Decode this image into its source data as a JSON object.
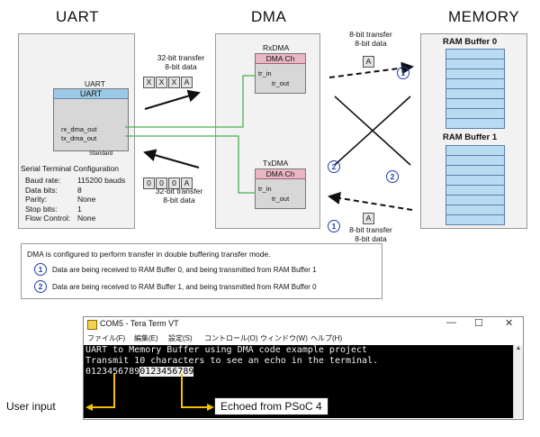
{
  "titles": {
    "uart": "UART",
    "dma": "DMA",
    "memory": "MEMORY"
  },
  "uart_block": {
    "component_label": "UART",
    "title_bar": "UART",
    "ports": [
      "rx_dma_out",
      "tx_dma_out"
    ],
    "footer": "Standard"
  },
  "serial_config": {
    "heading": "Serial Terminal Configuration",
    "rows": [
      {
        "label": "Baud rate:",
        "value": "115200 bauds"
      },
      {
        "label": "Data bits:",
        "value": "8"
      },
      {
        "label": "Parity:",
        "value": "None"
      },
      {
        "label": "Stop bits:",
        "value": "1"
      },
      {
        "label": "Flow Control:",
        "value": "None"
      }
    ]
  },
  "transfer_top": {
    "line1": "32-bit transfer",
    "line2": "8-bit data",
    "cells": [
      "X",
      "X",
      "X",
      "A"
    ]
  },
  "transfer_bottom": {
    "line1": "32-bit transfer",
    "line2": "8-bit data",
    "cells": [
      "0",
      "0",
      "0",
      "A"
    ]
  },
  "rxdma": {
    "label": "RxDMA",
    "title": "DMA Ch",
    "port_in": "tr_in",
    "port_out": "tr_out"
  },
  "txdma": {
    "label": "TxDMA",
    "title": "DMA Ch",
    "port_in": "tr_in",
    "port_out": "tr_out"
  },
  "mem_transfer_top": {
    "line1": "8-bit transfer",
    "line2": "8-bit data",
    "cell": "A"
  },
  "mem_transfer_bottom": {
    "line1": "8-bit transfer",
    "line2": "8-bit data",
    "cell": "A"
  },
  "circle_labels": {
    "one": "1",
    "two": "2"
  },
  "ram": {
    "buffer0": "RAM Buffer 0",
    "buffer1": "RAM Buffer 1"
  },
  "legend": {
    "heading": "DMA is configured to perform transfer in double buffering transfer mode.",
    "item1": "Data are being received to RAM Buffer 0, and being transmitted from RAM Buffer 1",
    "item2": "Data are being received to RAM Buffer 1, and being transmitted from RAM Buffer 0"
  },
  "terminal": {
    "title": "COM5 - Tera Term VT",
    "menu": [
      "ファイル(F)",
      "編集(E)",
      "設定(S)",
      "コントロール(O)",
      "ウィンドウ(W)",
      "ヘルプ(H)"
    ],
    "line1": "UART to Memory Buffer using DMA code example project",
    "line2": "Transmit 10 characters to see an echo in the terminal.",
    "typed": "0123456789",
    "echoed": "0123456789"
  },
  "callouts": {
    "user_input": "User input",
    "echoed": "Echoed from PSoC 4"
  },
  "colors": {
    "uart_title": "#9ccae6",
    "dma_title": "#e9b6c3",
    "ram_cell": "#b9dbf1",
    "circle": "#1f3fb0",
    "wire": "#4caf50"
  }
}
